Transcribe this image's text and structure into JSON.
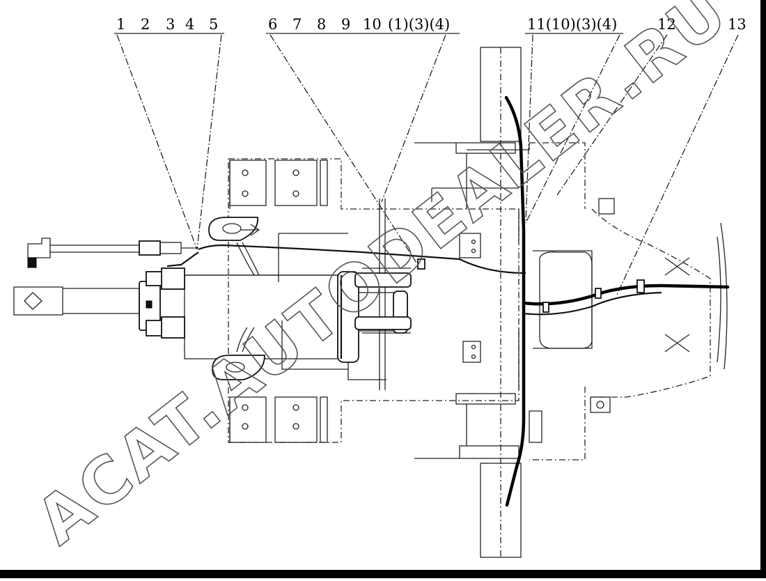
{
  "callouts": {
    "group_a": [
      "1",
      "2",
      "3",
      "4",
      "5"
    ],
    "group_b": [
      "6",
      "7",
      "8",
      "9",
      "10",
      "(1)(3)(4)"
    ],
    "group_c": "11(10)(3)(4)",
    "label_12": "12",
    "label_13": "13"
  },
  "watermark": {
    "text": "ACAT.AUTODEALER.RU",
    "color": "#555555"
  },
  "colors": {
    "lines": "#111111",
    "background": "#ffffff",
    "border": "#000000"
  }
}
